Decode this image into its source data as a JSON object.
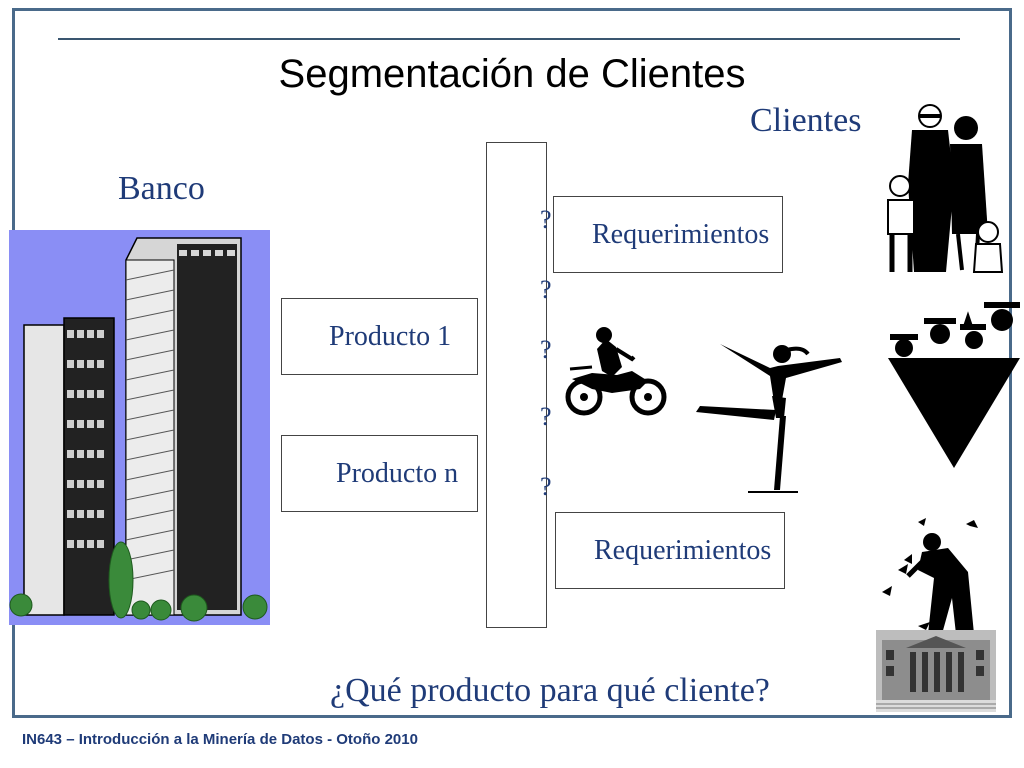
{
  "title": "Segmentación de Clientes",
  "labels": {
    "bank": "Banco",
    "clients": "Clientes"
  },
  "products": [
    "Producto 1",
    "Producto n"
  ],
  "requirements": [
    "Requerimientos",
    "Requerimientos"
  ],
  "question_marks": [
    "?",
    "?",
    "?",
    "?",
    "?"
  ],
  "question": "¿Qué producto para qué cliente?",
  "footer": "IN643 – Introducción a la Minería de Datos - Otoño 2010",
  "colors": {
    "text_blue": "#1f3b78",
    "frame": "#4a6a8a",
    "building_bg": "#8a8ef5"
  },
  "icons": [
    "bank-buildings-icon",
    "family-icon",
    "motorcyclist-icon",
    "dancer-icon",
    "graduates-icon",
    "man-feeding-birds-icon",
    "building-photo-icon"
  ]
}
